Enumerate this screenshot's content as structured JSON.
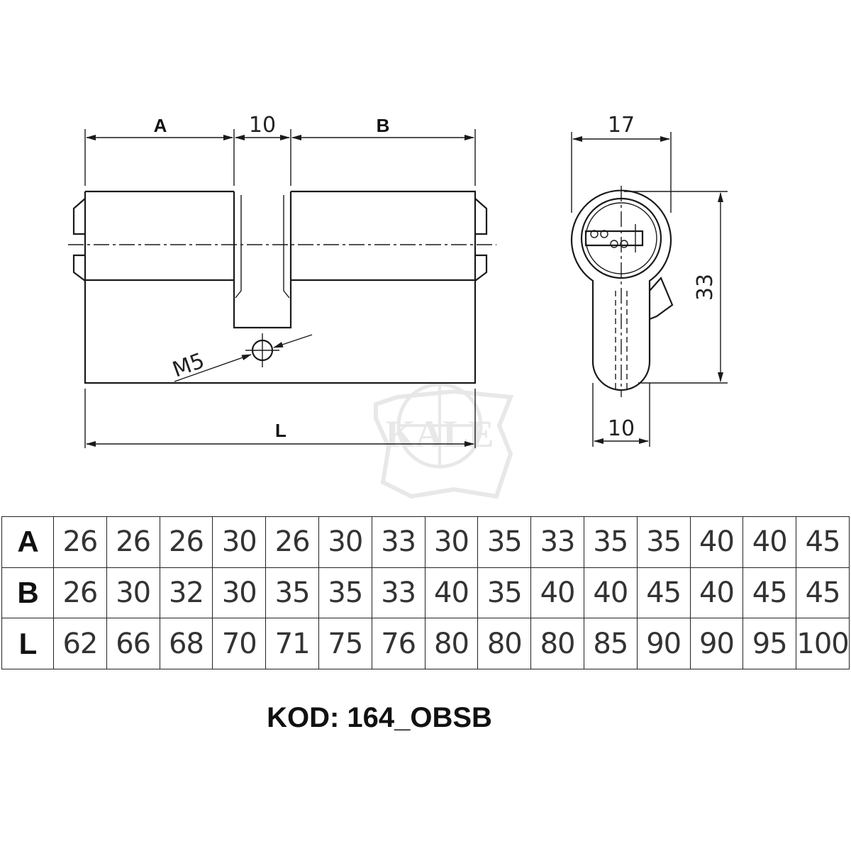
{
  "dimension_labels": {
    "a": "A",
    "gap": "10",
    "b": "B",
    "width": "17",
    "height": "33",
    "cam": "10",
    "screw": "M5",
    "length": "L"
  },
  "watermark": "KALE",
  "table": {
    "rows": [
      {
        "label": "A",
        "values": [
          "26",
          "26",
          "26",
          "30",
          "26",
          "30",
          "33",
          "30",
          "35",
          "33",
          "35",
          "35",
          "40",
          "40",
          "45"
        ]
      },
      {
        "label": "B",
        "values": [
          "26",
          "30",
          "32",
          "30",
          "35",
          "35",
          "33",
          "40",
          "35",
          "40",
          "40",
          "45",
          "40",
          "45",
          "45"
        ]
      },
      {
        "label": "L",
        "values": [
          "62",
          "66",
          "68",
          "70",
          "71",
          "75",
          "76",
          "80",
          "80",
          "80",
          "85",
          "90",
          "90",
          "95",
          "100"
        ]
      }
    ]
  },
  "code": "KOD: 164_OBSB"
}
